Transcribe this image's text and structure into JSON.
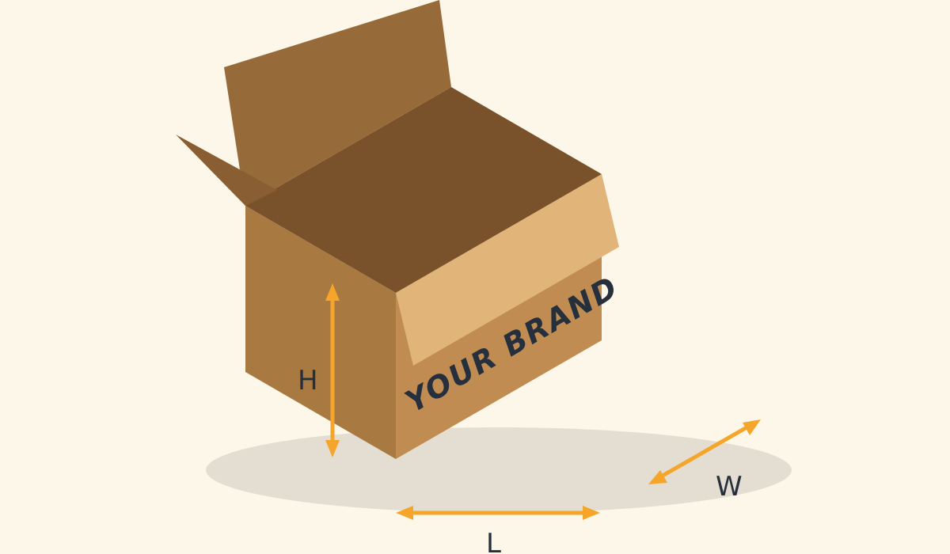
{
  "brand_text": "YOUR BRAND",
  "dimensions": {
    "height_label": "H",
    "length_label": "L",
    "width_label": "W"
  },
  "colors": {
    "background": "#FDF7E9",
    "shadow": "#E4DDD1",
    "box_left_face": "#A87A42",
    "box_right_face": "#C08C52",
    "box_top_interior": "#79522B",
    "back_flap": "#976A3A",
    "side_flap": "#8A5E33",
    "front_flap": "#E1B47A",
    "arrow": "#F4A52A",
    "text_dark": "#26303D"
  }
}
